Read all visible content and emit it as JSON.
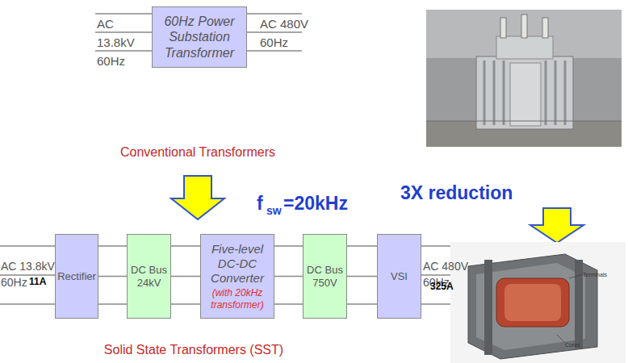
{
  "diagram": {
    "nodes": [
      {
        "text": [
          "60Hz Power Substation Transformer"
        ]
      },
      {
        "text": [
          "Rectifier"
        ]
      },
      {
        "text": [
          "DC Bus 24kV"
        ]
      },
      {
        "text": [
          "Five-level DC-DC Converter",
          "(with 20kHz transformer)"
        ]
      },
      {
        "text": [
          "DC Bus 750V"
        ]
      },
      {
        "text": [
          "VSI"
        ]
      }
    ],
    "edges": [
      {
        "from": 1,
        "to": 2,
        "arrow": "none"
      },
      {
        "from": 2,
        "to": 3,
        "arrow": "none"
      },
      {
        "from": 3,
        "to": 4,
        "arrow": "none"
      },
      {
        "from": 4,
        "to": 5,
        "arrow": "none"
      }
    ],
    "labels": [
      "AC 13.8kV 60Hz",
      "AC 480V 60Hz",
      "Conventional Transformers",
      "f",
      "sw",
      "=20kHz",
      "3X reduction",
      "AC 13.8kV 60Hz",
      "11A",
      "AC 480V 60Hz",
      "325A",
      "Solid State Transformers (SST)",
      "Terminals",
      "Cores"
    ]
  }
}
